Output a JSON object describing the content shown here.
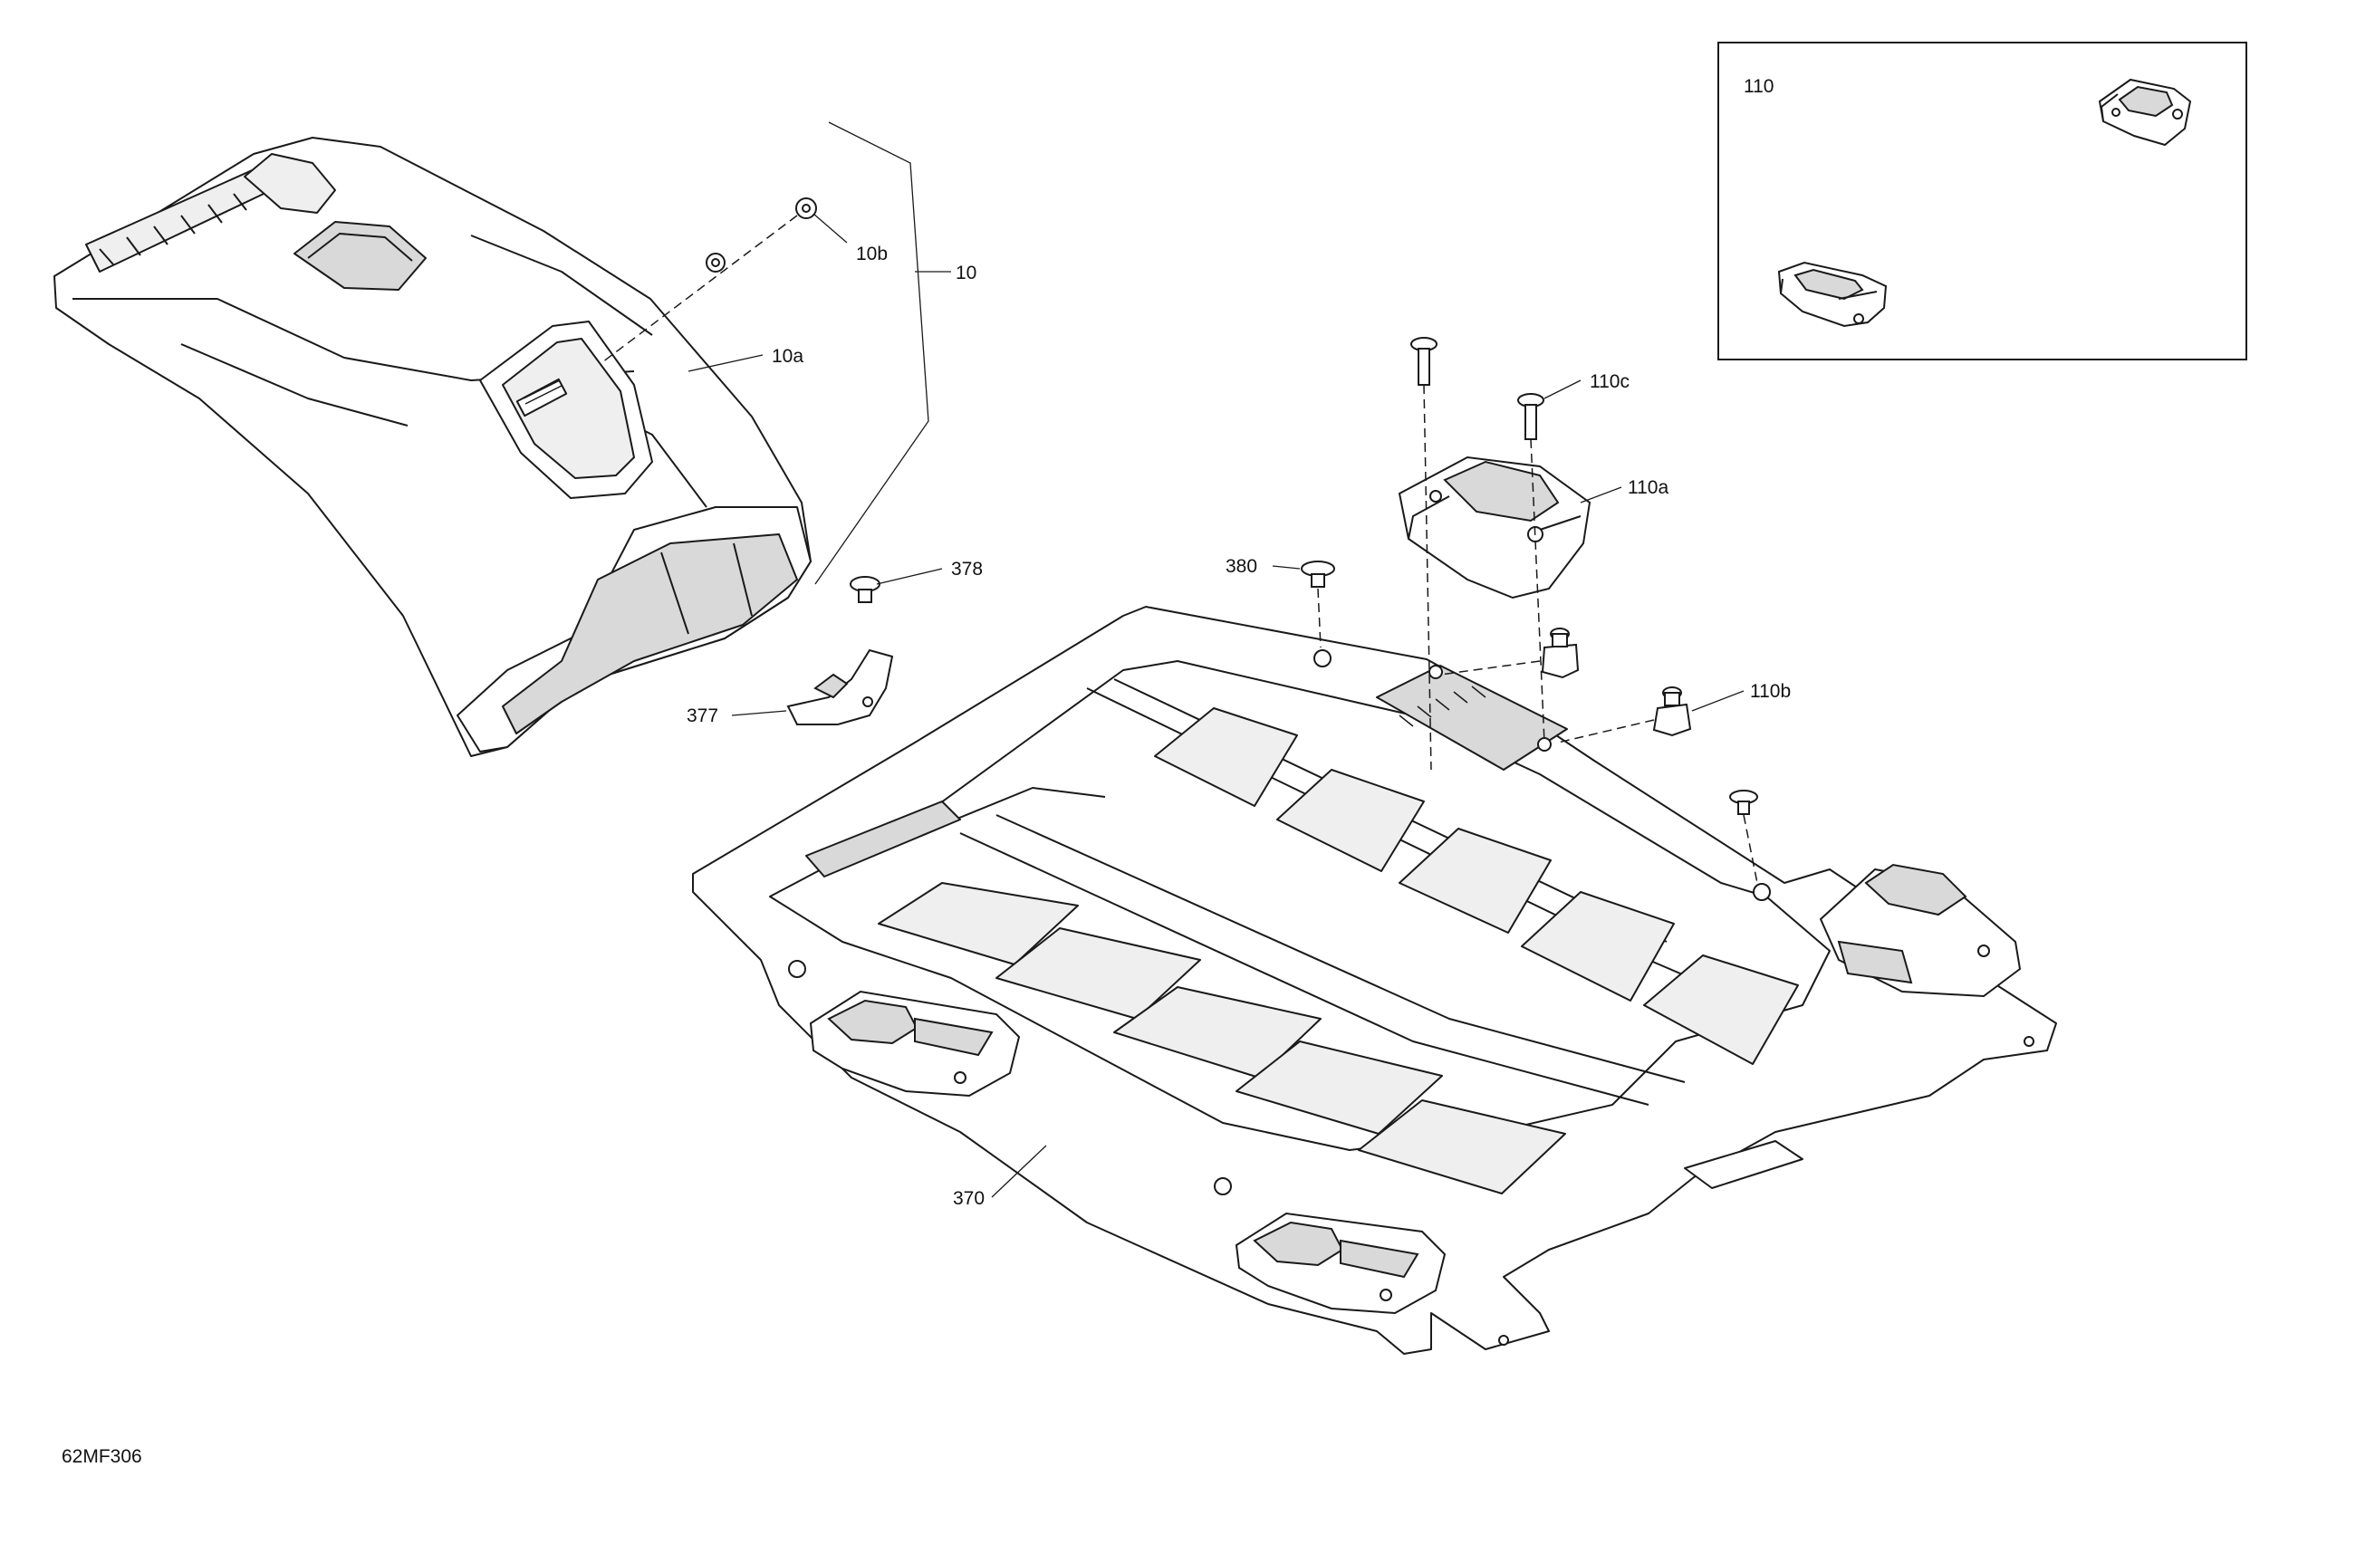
{
  "drawing_code": "62MF306",
  "callouts": {
    "c10": "10",
    "c10a": "10a",
    "c10b": "10b",
    "c110": "110",
    "c110a": "110a",
    "c110b": "110b",
    "c110c": "110c",
    "c370": "370",
    "c377": "377",
    "c378": "378",
    "c380": "380"
  },
  "colors": {
    "line": "#1a1a1a",
    "fill": "#ffffff",
    "shade": "#d9d9d9",
    "light_shade": "#efefef"
  }
}
